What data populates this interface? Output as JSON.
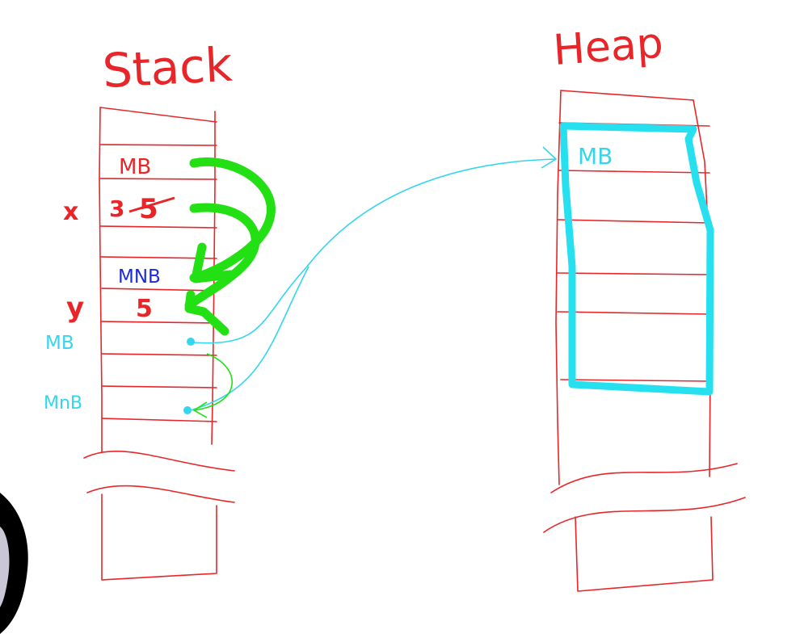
{
  "colors": {
    "red": "#e8262a",
    "cyan": "#26e0f0",
    "light_cyan": "#33d6ee",
    "green": "#22e014",
    "blue": "#1a2bd8",
    "black": "#000000"
  },
  "titles": {
    "stack": "Stack",
    "heap": "Heap"
  },
  "stack": {
    "cells": {
      "mb": "MB",
      "x_value_new": "3",
      "x_value_old": "5",
      "mnb": "MNB",
      "y_value": "5"
    },
    "labels": {
      "x": "x",
      "y": "y",
      "mb_ref": "MB",
      "mnb_ref": "MnB"
    }
  },
  "heap": {
    "cells": {
      "mb": "MB"
    }
  },
  "icons": {
    "pointer_dot": "dot-icon",
    "strike": "strike-icon",
    "corner_object": "dark-ring-icon"
  }
}
